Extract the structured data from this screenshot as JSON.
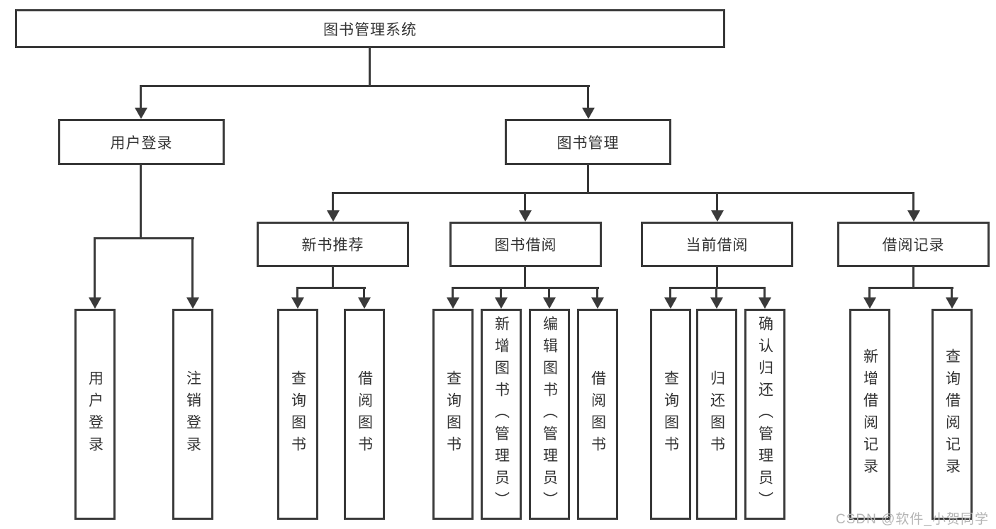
{
  "title": "图书管理系统",
  "watermark": "CSDN @软件_小贺同学",
  "colors": {
    "line": "#3a3a3a",
    "text": "#333333",
    "background": "#ffffff",
    "watermark": "#b5b5b5"
  },
  "tree": {
    "label": "图书管理系统",
    "children": [
      {
        "label": "用户登录",
        "children": [
          {
            "label": "用户登录"
          },
          {
            "label": "注销登录"
          }
        ]
      },
      {
        "label": "图书管理",
        "children": [
          {
            "label": "新书推荐",
            "children": [
              {
                "label": "查询图书"
              },
              {
                "label": "借阅图书"
              }
            ]
          },
          {
            "label": "图书借阅",
            "children": [
              {
                "label": "查询图书"
              },
              {
                "label": "新增图书（管理员）"
              },
              {
                "label": "编辑图书（管理员）"
              },
              {
                "label": "借阅图书"
              }
            ]
          },
          {
            "label": "当前借阅",
            "children": [
              {
                "label": "查询图书"
              },
              {
                "label": "归还图书"
              },
              {
                "label": "确认归还（管理员）"
              }
            ]
          },
          {
            "label": "借阅记录",
            "children": [
              {
                "label": "新增借阅记录"
              },
              {
                "label": "查询借阅记录"
              }
            ]
          }
        ]
      }
    ]
  }
}
